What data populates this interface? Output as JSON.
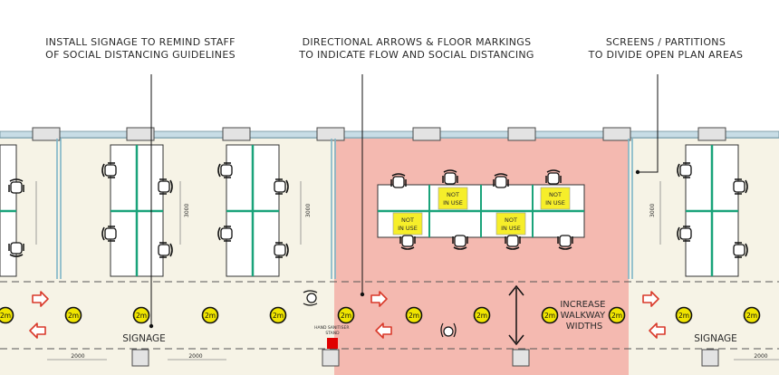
{
  "annotations": {
    "signage": "INSTALL SIGNAGE TO REMIND STAFF\nOF SOCIAL DISTANCING GUIDELINES",
    "arrows": "DIRECTIONAL ARROWS & FLOOR MARKINGS\nTO INDICATE FLOW AND SOCIAL DISTANCING",
    "screens": "SCREENS / PARTITIONS\nTO DIVIDE OPEN PLAN AREAS"
  },
  "labels": {
    "signage_left": "SIGNAGE",
    "signage_right": "SIGNAGE",
    "sanitiser": "HAND SANITISER\nSTAND",
    "walkway": "INCREASE\nWALKWAY\nWIDTHS",
    "not_in_use": "NOT\nIN USE",
    "distance_marker": "2m",
    "dim_desk": "3000",
    "dim_walkway": "2000"
  },
  "colors": {
    "wall": "#c8dde6",
    "floor": "#f6f3e6",
    "restricted_zone": "#f4b9b0",
    "partition": "#1aa37a",
    "marker": "#f0e500",
    "arrow": "#d9392a",
    "not_in_use": "#f6ee2a",
    "sanitiser": "#e00000"
  }
}
